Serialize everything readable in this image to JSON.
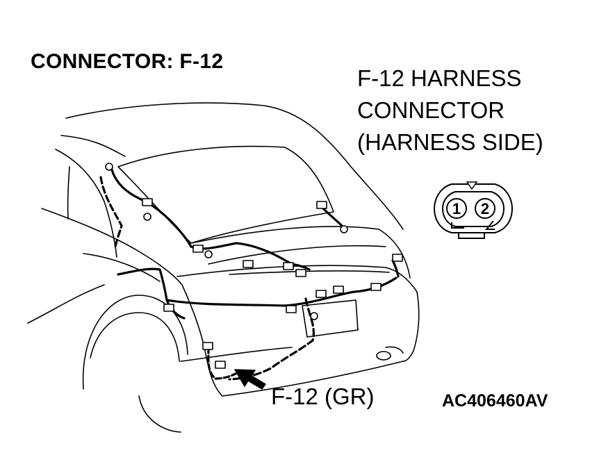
{
  "title": "CONNECTOR: F-12",
  "connector_view": {
    "line1": "F-12 HARNESS",
    "line2": "CONNECTOR",
    "line3": "(HARNESS SIDE)",
    "pins": [
      "1",
      "2"
    ]
  },
  "callout_label": "F-12 (GR)",
  "figure_code": "AC406460AV"
}
